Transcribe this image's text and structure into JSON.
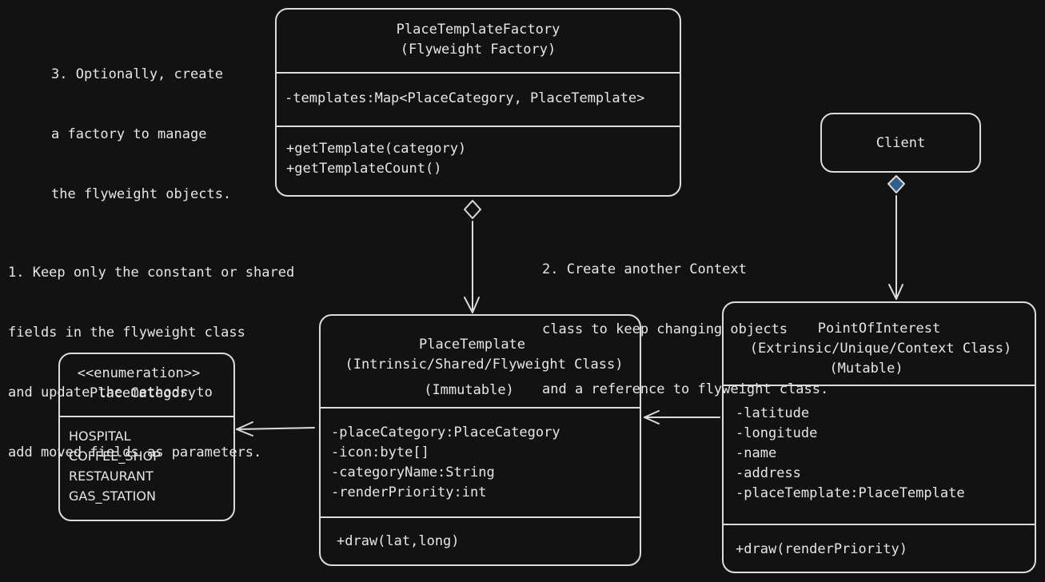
{
  "notes": {
    "note3": [
      "3. Optionally, create",
      "a factory to manage",
      "the flyweight objects."
    ],
    "note1": [
      "1. Keep only the constant or shared",
      "fields in the flyweight class",
      "and update the methods to",
      "add moved fields as parameters."
    ],
    "note2": [
      "2. Create another Context",
      "class to keep changing objects",
      "and a reference to flyweight class."
    ]
  },
  "factory": {
    "name": "PlaceTemplateFactory",
    "stereotype": "(Flyweight Factory)",
    "attributes": [
      "-templates:Map<PlaceCategory, PlaceTemplate>"
    ],
    "methods": [
      "+getTemplate(category)",
      "+getTemplateCount()"
    ]
  },
  "client": {
    "name": "Client"
  },
  "template": {
    "name": "PlaceTemplate",
    "stereotype": "(Intrinsic/Shared/Flyweight Class)",
    "modifier": "(Immutable)",
    "attributes": [
      "-placeCategory:PlaceCategory",
      "-icon:byte[]",
      "-categoryName:String",
      "-renderPriority:int"
    ],
    "methods": [
      "+draw(lat,long)"
    ]
  },
  "poi": {
    "name": "PointOfInterest",
    "stereotype": "(Extrinsic/Unique/Context Class)",
    "modifier": "(Mutable)",
    "attributes": [
      "-latitude",
      "-longitude",
      "-name",
      "-address",
      "-placeTemplate:PlaceTemplate"
    ],
    "methods": [
      "+draw(renderPriority)"
    ]
  },
  "category": {
    "stereotype": "<<enumeration>>",
    "name": "PlaceCategory",
    "values": [
      "HOSPITAL",
      "COFFEE_SHOP",
      "RESTAURANT",
      "GAS_STATION"
    ]
  },
  "colors": {
    "background": "#121212",
    "stroke": "#dcdcdc",
    "composition_fill": "#2f5f8a"
  }
}
